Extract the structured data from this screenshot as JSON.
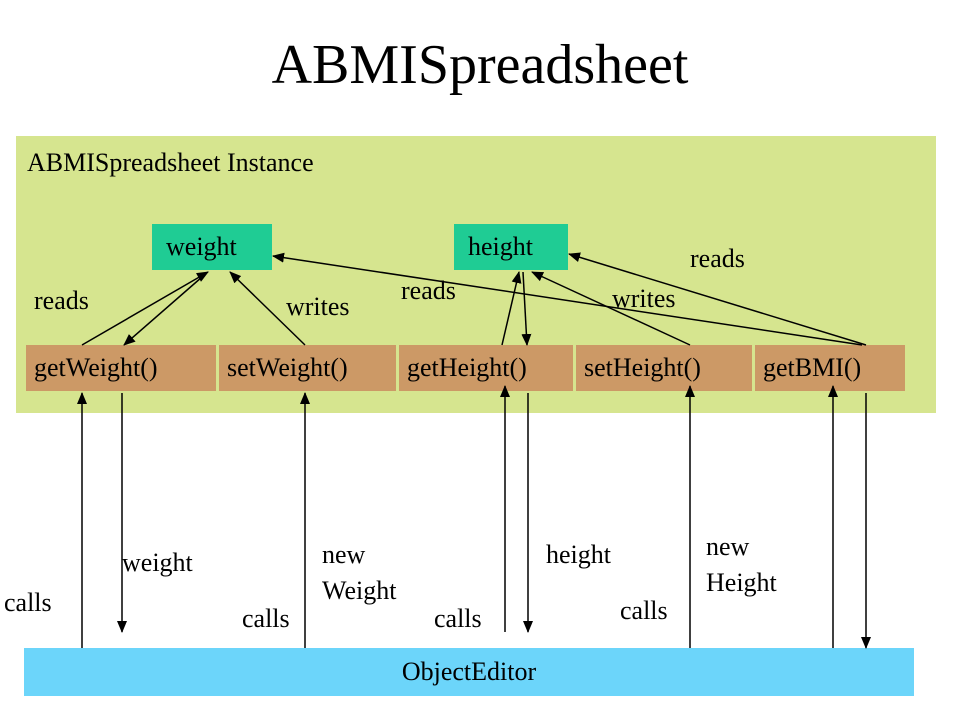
{
  "title": "ABMISpreadsheet",
  "instance": {
    "label": "ABMISpreadsheet Instance"
  },
  "fields": {
    "weight": "weight",
    "height": "height"
  },
  "methods": {
    "get_weight": "getWeight()",
    "set_weight": "setWeight()",
    "get_height": "getHeight()",
    "set_height": "setHeight()",
    "get_bmi": "getBMI()"
  },
  "inner_labels": {
    "reads_weight": "reads",
    "writes_weight": "writes",
    "reads_height": "reads",
    "writes_height": "writes",
    "reads_bmi": "reads"
  },
  "outer_labels": {
    "calls_get_weight": "calls",
    "return_weight": "weight",
    "calls_set_weight": "calls",
    "new_weight": [
      "new",
      "Weight"
    ],
    "calls_get_height": "calls",
    "return_height": "height",
    "calls_set_height": "calls",
    "new_height": [
      "new",
      "Height"
    ]
  },
  "editor": {
    "label": "ObjectEditor"
  },
  "colors": {
    "panel": "#d6e58f",
    "field": "#1fcc94",
    "method": "#cc9966",
    "editor": "#6cd5fa"
  }
}
